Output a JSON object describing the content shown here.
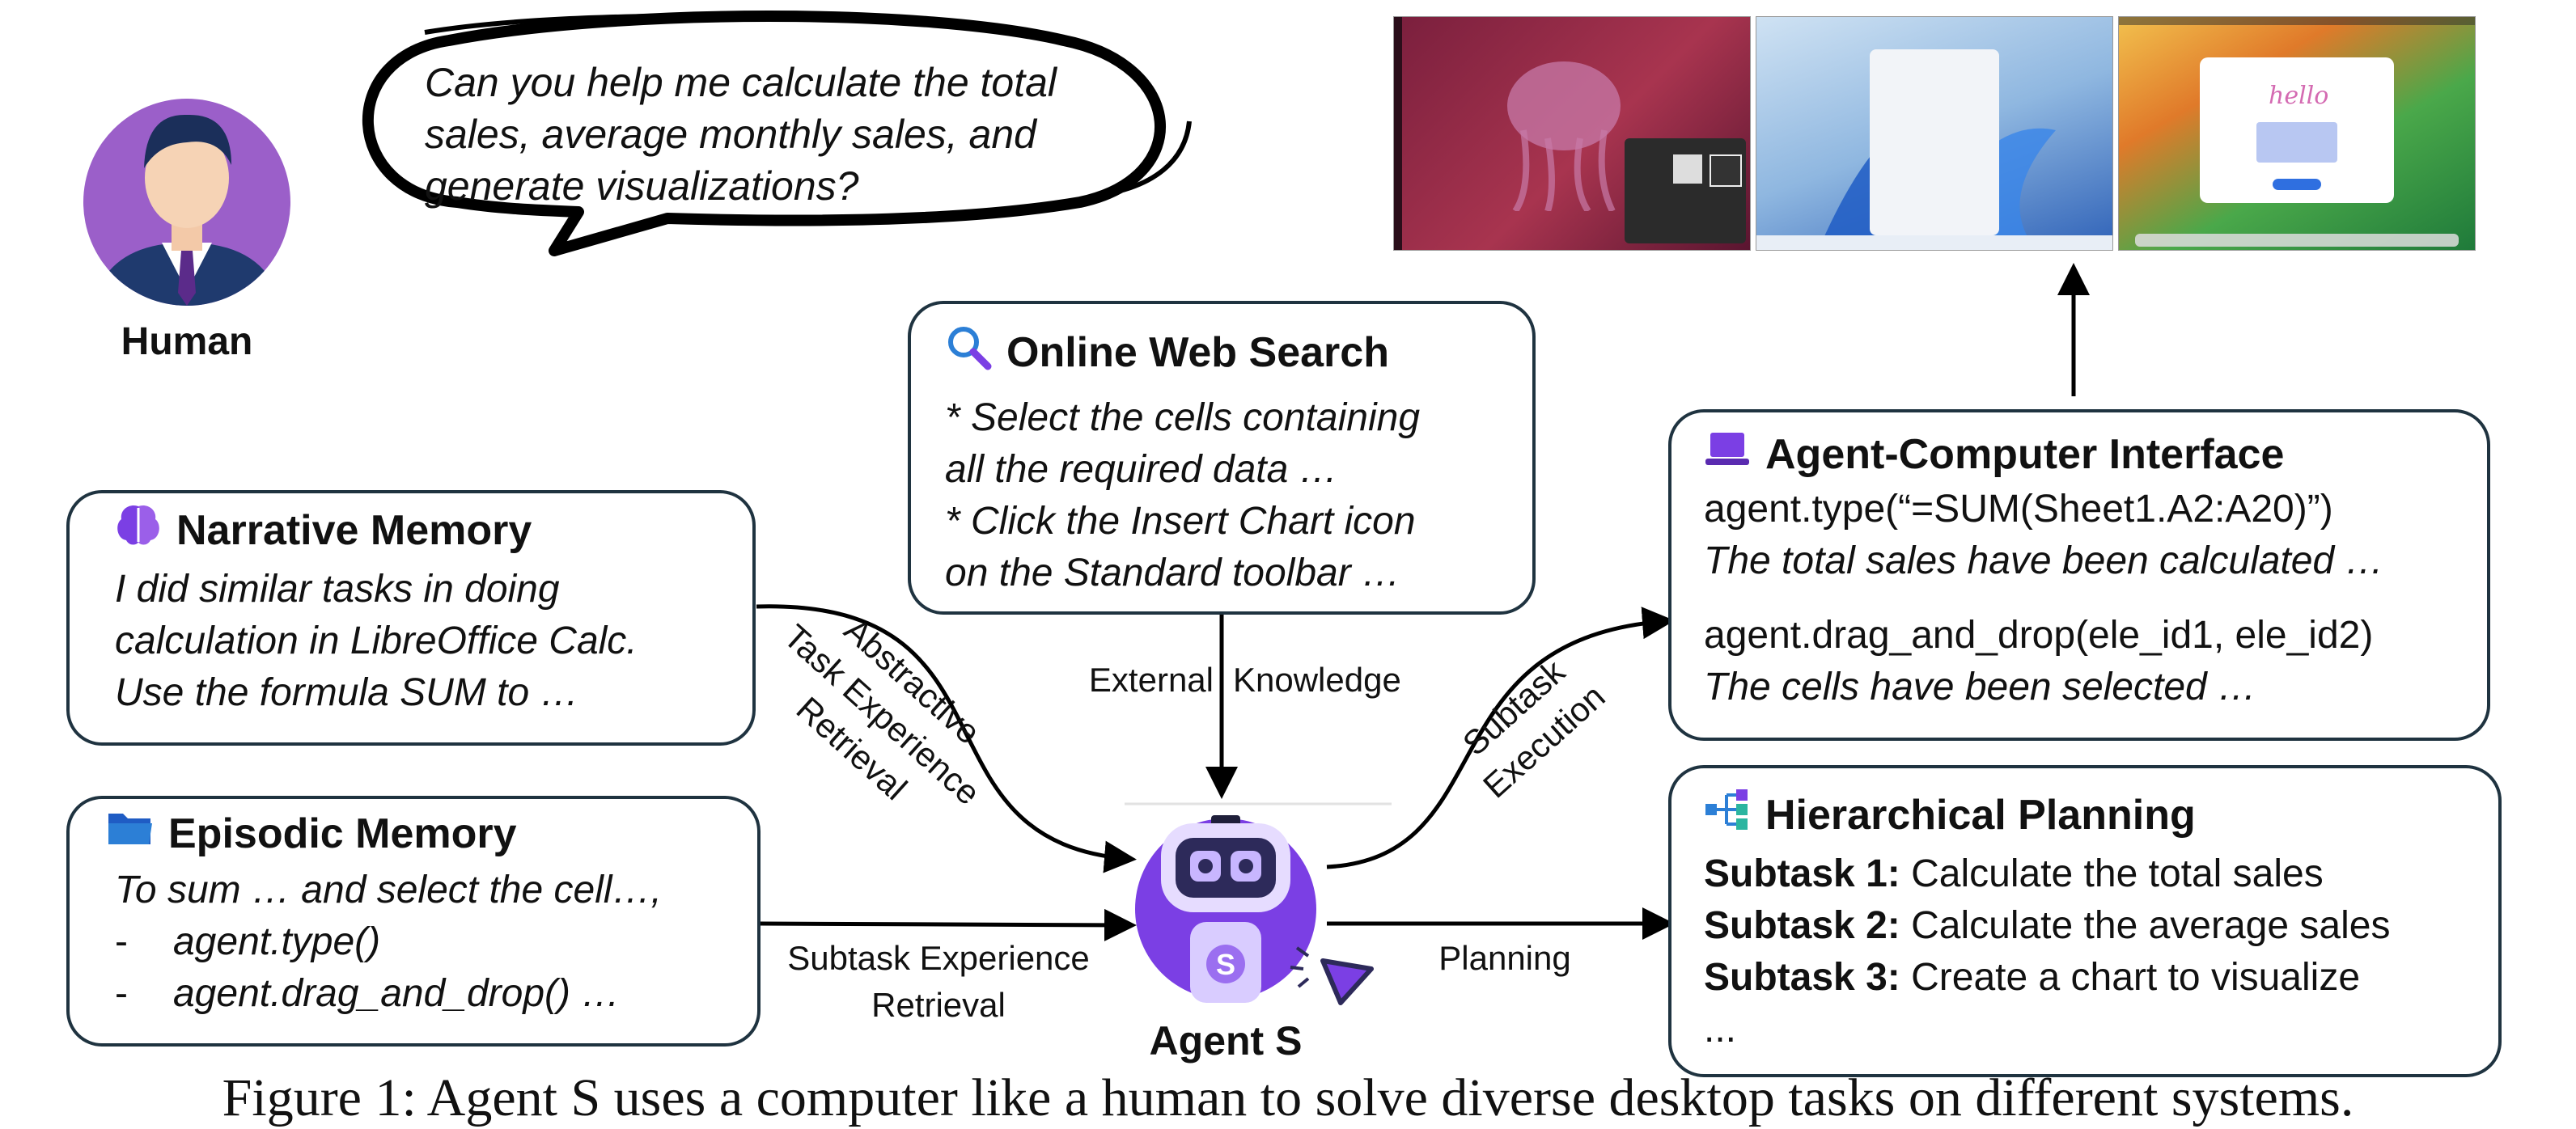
{
  "human": {
    "label": "Human",
    "speech": [
      "Can you help me calculate the total",
      "sales, average monthly sales, and",
      "generate visualizations?"
    ]
  },
  "web_search": {
    "title": "Online Web Search",
    "lines": [
      "* Select the cells containing",
      "all the required data …",
      "* Click the Insert Chart icon",
      "on the Standard toolbar …"
    ]
  },
  "narrative_memory": {
    "title": "Narrative Memory",
    "lines": [
      "I did similar tasks in doing",
      "calculation in LibreOffice Calc.",
      "Use the formula SUM to …"
    ]
  },
  "episodic_memory": {
    "title": "Episodic Memory",
    "line1": "To sum … and select the cell…,",
    "bullets": [
      "agent.type()",
      "agent.drag_and_drop() …"
    ],
    "bullet_marker": "-"
  },
  "aci": {
    "title": "Agent-Computer Interface",
    "code1": "agent.type(“=SUM(Sheet1.A2:A20)”)",
    "note1": "The total sales have been calculated …",
    "code2": "agent.drag_and_drop(ele_id1, ele_id2)",
    "note2": "The cells have been selected …"
  },
  "planning": {
    "title": "Hierarchical Planning",
    "subtasks": [
      {
        "label": "Subtask 1:",
        "text": "Calculate the total sales"
      },
      {
        "label": "Subtask 2:",
        "text": "Calculate the average sales"
      },
      {
        "label": "Subtask 3:",
        "text": "Create a chart to visualize"
      }
    ],
    "more": "..."
  },
  "edges": {
    "external_knowledge_left": "External",
    "external_knowledge_right": "Knowledge",
    "abstractive": [
      "Abstractive",
      "Task Experience",
      "Retrieval"
    ],
    "subtask_experience": [
      "Subtask Experience",
      "Retrieval"
    ],
    "subtask_execution": [
      "Subtask",
      "Execution"
    ],
    "planning": "Planning"
  },
  "agent": {
    "label": "Agent S",
    "badge": "S"
  },
  "screens": {
    "hello_text": "hello"
  },
  "caption": "Figure 1: Agent S uses a computer like a human to solve diverse desktop tasks on different systems.",
  "icons": {
    "search": "magnifier-icon",
    "brain": "brain-icon",
    "folder": "folder-icon",
    "laptop": "laptop-icon",
    "hierarchy": "hierarchy-icon"
  },
  "colors": {
    "border": "#1f3340",
    "purple": "#7b3fe4",
    "blue": "#2c7fd6",
    "teal": "#2bb5a0"
  }
}
